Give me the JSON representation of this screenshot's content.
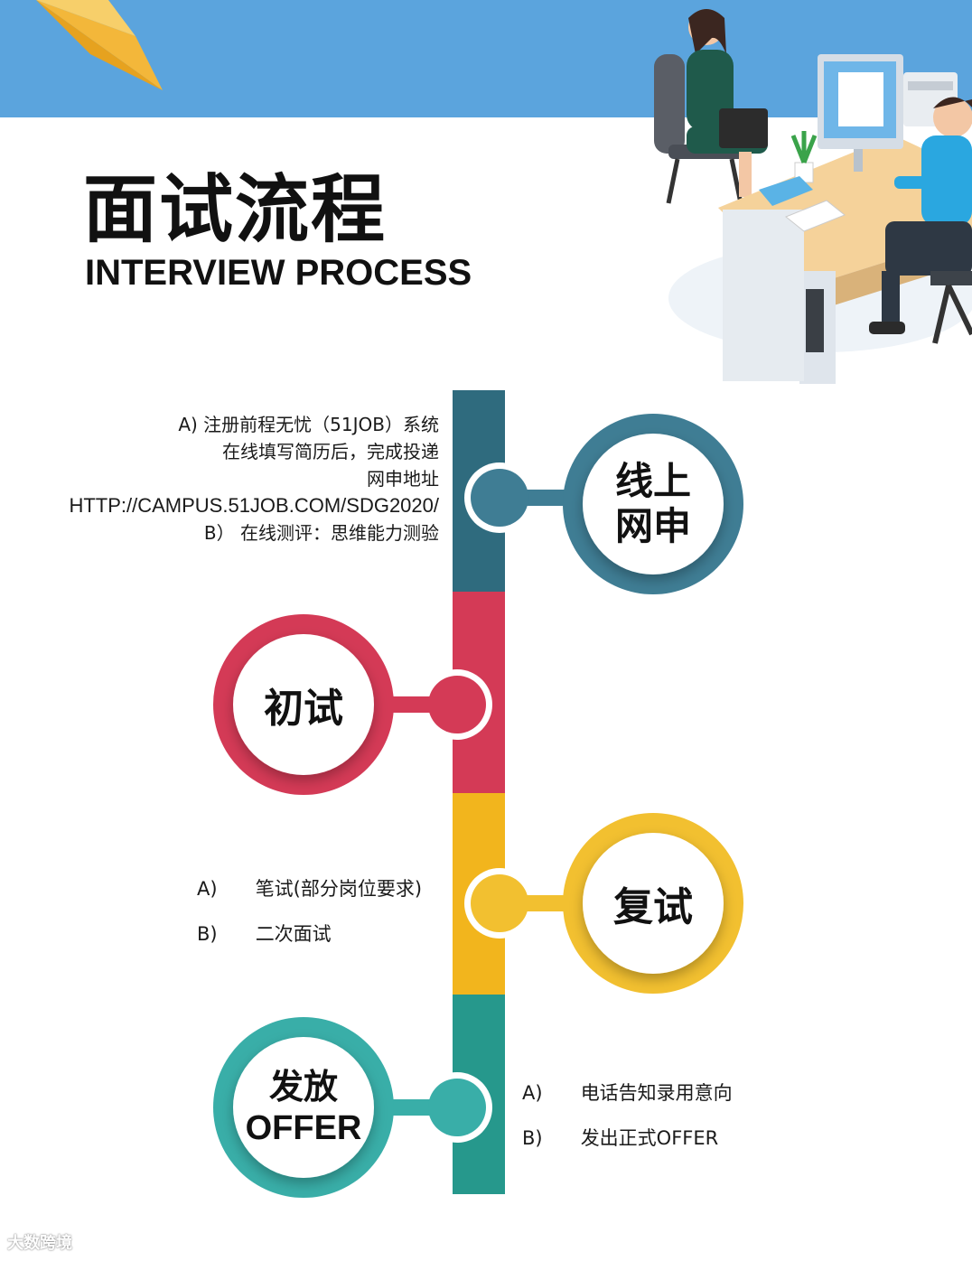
{
  "header": {
    "title_cn": "面试流程",
    "title_en": "INTERVIEW PROCESS"
  },
  "colors": {
    "top_band": "#5ba4dd",
    "stage1": "#2f6b7e",
    "stage2": "#d43a56",
    "stage3": "#f2b51d",
    "stage4": "#26988c"
  },
  "stages": [
    {
      "label_line1": "线上",
      "label_line2": "网申",
      "details": [
        "A) 注册前程无忧（51JOB）系统",
        "在线填写简历后，完成投递",
        "网申地址",
        "HTTP://CAMPUS.51JOB.COM/SDG2020/",
        "B）  在线测评：思维能力测验"
      ]
    },
    {
      "label": "初试"
    },
    {
      "label": "复试",
      "items": [
        {
          "key": "A)",
          "text": "笔试(部分岗位要求)"
        },
        {
          "key": "B)",
          "text": "二次面试"
        }
      ]
    },
    {
      "label_line1": "发放",
      "label_line2": "OFFER",
      "items": [
        {
          "key": "A)",
          "text": "电话告知录用意向"
        },
        {
          "key": "B)",
          "text": "发出正式OFFER"
        }
      ]
    }
  ],
  "watermark": "大数跨境",
  "icons": [
    "paper-plane-icon",
    "office-illustration"
  ]
}
